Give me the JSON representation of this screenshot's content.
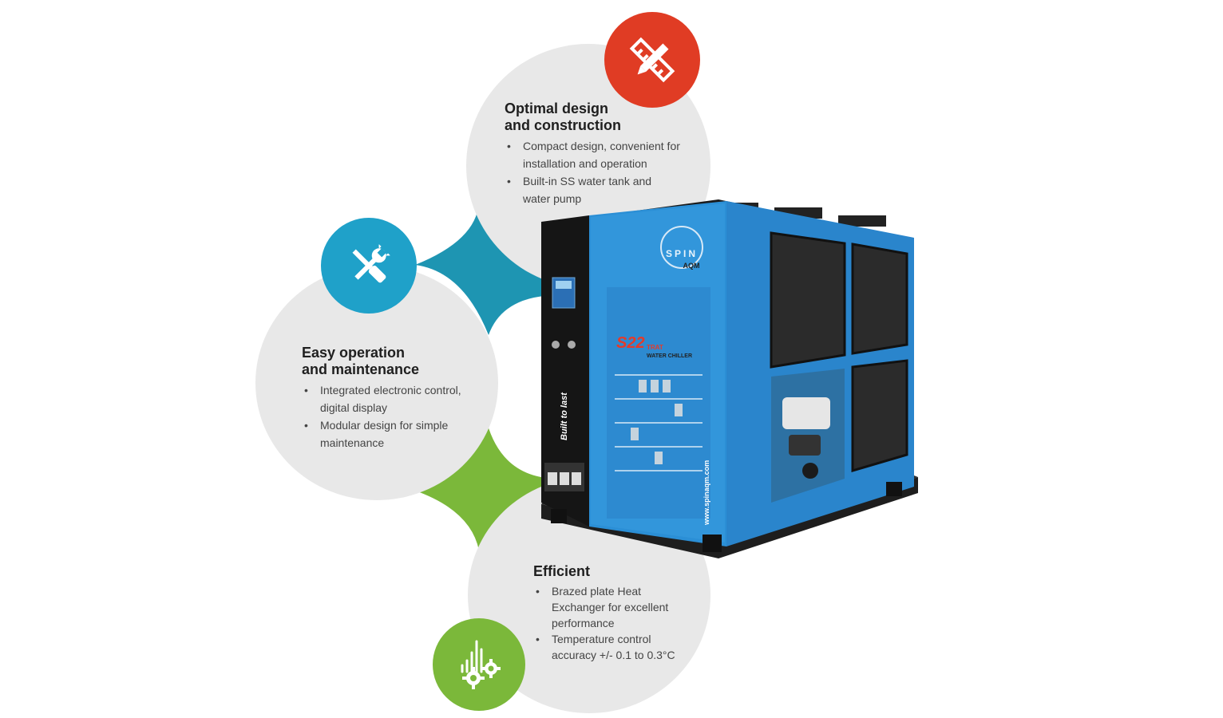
{
  "features": {
    "design": {
      "title_line1": "Optimal design",
      "title_line2": "and construction",
      "bullets": [
        "Compact design, convenient for installation and operation",
        "Built-in SS water tank and water pump"
      ],
      "icon": "ruler-pencil-icon",
      "color": "#e03c24"
    },
    "operation": {
      "title_line1": "Easy operation",
      "title_line2": "and maintenance",
      "bullets": [
        "Integrated electronic control, digital display",
        "Modular design for simple maintenance"
      ],
      "icon": "wrench-screwdriver-icon",
      "color": "#1fa1c9"
    },
    "efficient": {
      "title_line1": "Efficient",
      "bullets": [
        "Brazed plate Heat Exchanger for excellent performance",
        "Temperature control accuracy +/- 0.1 to 0.3°C"
      ],
      "icon": "gears-chart-icon",
      "color": "#7bb83a"
    }
  },
  "product": {
    "brand_line1": "SPIN",
    "brand_line2": "AQM",
    "model_number": "S22",
    "model_suffix": "TRAT",
    "model_type": "WATER CHILLER",
    "slogan": "Built to last",
    "website": "www.spinaqm.com",
    "body_color": "#2b8fd6",
    "frame_color": "#1a1a1a"
  }
}
